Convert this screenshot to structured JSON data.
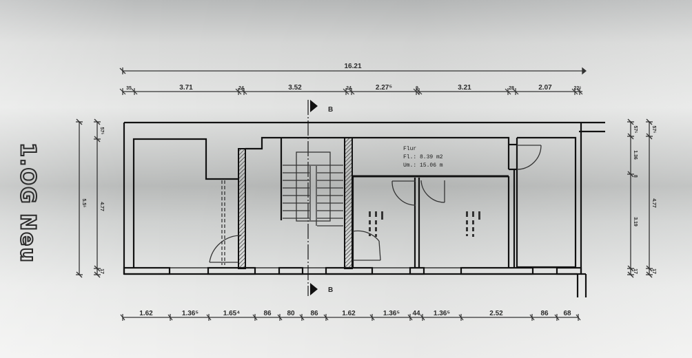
{
  "plan": {
    "floor_label": "1.OG Neu",
    "section_marker": "B",
    "top_dims": {
      "overall": "16.21",
      "segments": [
        "35",
        "3.71",
        "24",
        "3.52",
        "24",
        "2.27⁵",
        "9",
        "3.21",
        "28",
        "2.07",
        "22⁵"
      ]
    },
    "bottom_dims": {
      "segments": [
        "1.62",
        "1.36⁵",
        "1.65⁴",
        "86",
        "80",
        "86",
        "1.62",
        "1.36⁵",
        "44",
        "1.36⁵",
        "2.52",
        "86",
        "68"
      ]
    },
    "left_dims": {
      "outer_total": "5.5⁵",
      "inner_top": "57⁵",
      "inner_mid": "4.77",
      "inner_bottom": "17"
    },
    "right_dims": {
      "inner_top": "57⁵",
      "inner_a": "1.36",
      "inner_b": "8",
      "inner_c": "3.19",
      "inner_bottom": "17",
      "outer_top": "57⁵",
      "outer_mid": "4.77",
      "outer_bottom": "17"
    },
    "rooms": [
      {
        "name": "Flur",
        "area": "Fl.: 8.39 m2",
        "perimeter": "Um.: 15.06 m"
      }
    ]
  },
  "colors": {
    "line": "#111111",
    "dim_line": "#333333",
    "paper": "#e6e7e6"
  }
}
